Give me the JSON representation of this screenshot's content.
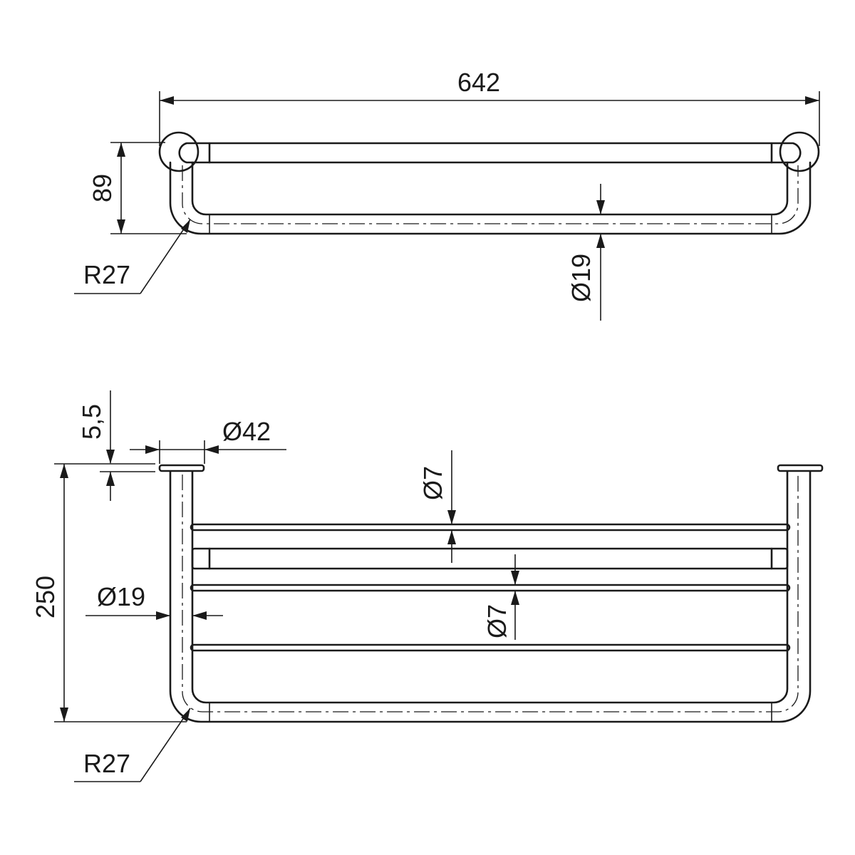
{
  "drawing": {
    "top_view": {
      "width_label": "642",
      "height_label": "89",
      "tube_diameter_label": "Ø19",
      "radius_label": "R27"
    },
    "front_view": {
      "flange_thickness_label": "5,5",
      "flange_diameter_label": "Ø42",
      "upper_bar_diameter_label": "Ø7",
      "lower_bar_diameter_label": "Ø7",
      "tube_diameter_label": "Ø19",
      "height_label": "250",
      "radius_label": "R27"
    }
  }
}
